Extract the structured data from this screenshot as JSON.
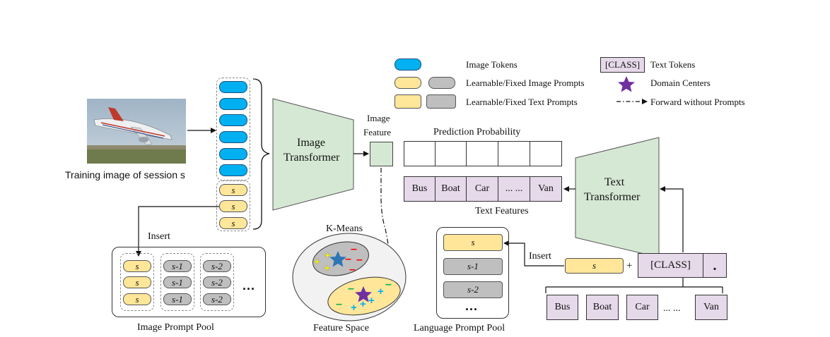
{
  "legend": {
    "image_tokens": "Image Tokens",
    "learnable_fixed_image_prompts": "Learnable/Fixed Image Prompts",
    "learnable_fixed_text_prompts": "Learnable/Fixed Text Prompts",
    "class_token": "[CLASS]",
    "text_tokens": "Text Tokens",
    "domain_centers": "Domain Centers",
    "forward_without_prompts": "Forward without Prompts"
  },
  "training_image_caption": "Training image of session s",
  "image_transformer": {
    "line1": "Image",
    "line2": "Transformer"
  },
  "image_feature": {
    "line1": "Image",
    "line2": "Feature"
  },
  "prediction_probability": "Prediction Probability",
  "text_features_label": "Text Features",
  "text_transformer": {
    "line1": "Text",
    "line2": "Transformer"
  },
  "text_feature_cells": [
    "Bus",
    "Boat",
    "Car",
    "... ...",
    "Van"
  ],
  "session_prompt": "s",
  "insert_label": "Insert",
  "image_prompt_pool": {
    "title": "Image Prompt Pool",
    "columns": [
      "s",
      "s-1",
      "s-2"
    ],
    "more": "..."
  },
  "kmeans": {
    "title": "K-Means",
    "feature_space": "Feature Space",
    "plus": "+",
    "minus": "−"
  },
  "language_prompt_pool": {
    "title": "Language Prompt Pool",
    "items": [
      "s",
      "s-1",
      "s-2"
    ],
    "more": "..."
  },
  "text_input": {
    "prompt": "s",
    "plus": "+",
    "class": "[CLASS]",
    "dot": "."
  },
  "class_names": [
    "Bus",
    "Boat",
    "Car",
    "... ...",
    "Van"
  ],
  "colors": {
    "image_token_blue": "#00b0f0",
    "prompt_yellow": "#ffe699",
    "prompt_gray": "#bfbfbf",
    "transformer_green": "#d5e8d4",
    "text_token_purple": "#e6d9ea",
    "domain_center_purple": "#7030a0",
    "domain_center_blue": "#2e75b6",
    "plus_blue": "#00b0f0",
    "plus_yellow": "#ffff00",
    "minus_red": "#ff0000",
    "minus_green": "#00b050"
  }
}
